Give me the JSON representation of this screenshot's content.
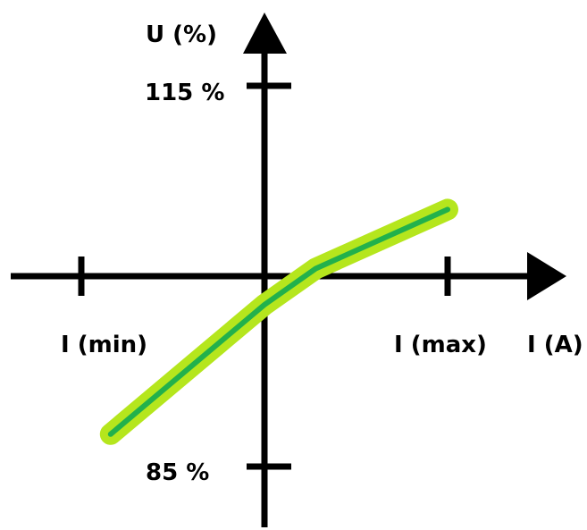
{
  "chart_data": {
    "type": "line",
    "xlabel": "I (A)",
    "ylabel": "U (%)",
    "x_tick_labels": [
      "I (min)",
      "I (max)"
    ],
    "y_tick_labels": [
      "115 %",
      "85 %"
    ],
    "x_ticks_relative": [
      -1,
      1
    ],
    "y_ticks_relative": [
      1,
      -1
    ],
    "series": [
      {
        "x": [
          -0.84,
          0.0,
          0.28,
          1.0
        ],
        "y": [
          -0.83,
          -0.15,
          0.04,
          0.35
        ]
      }
    ],
    "grid": false,
    "legend": "none"
  },
  "colors": {
    "axis": "#000000",
    "band": "#b5e61d",
    "line": "#22b14c"
  }
}
